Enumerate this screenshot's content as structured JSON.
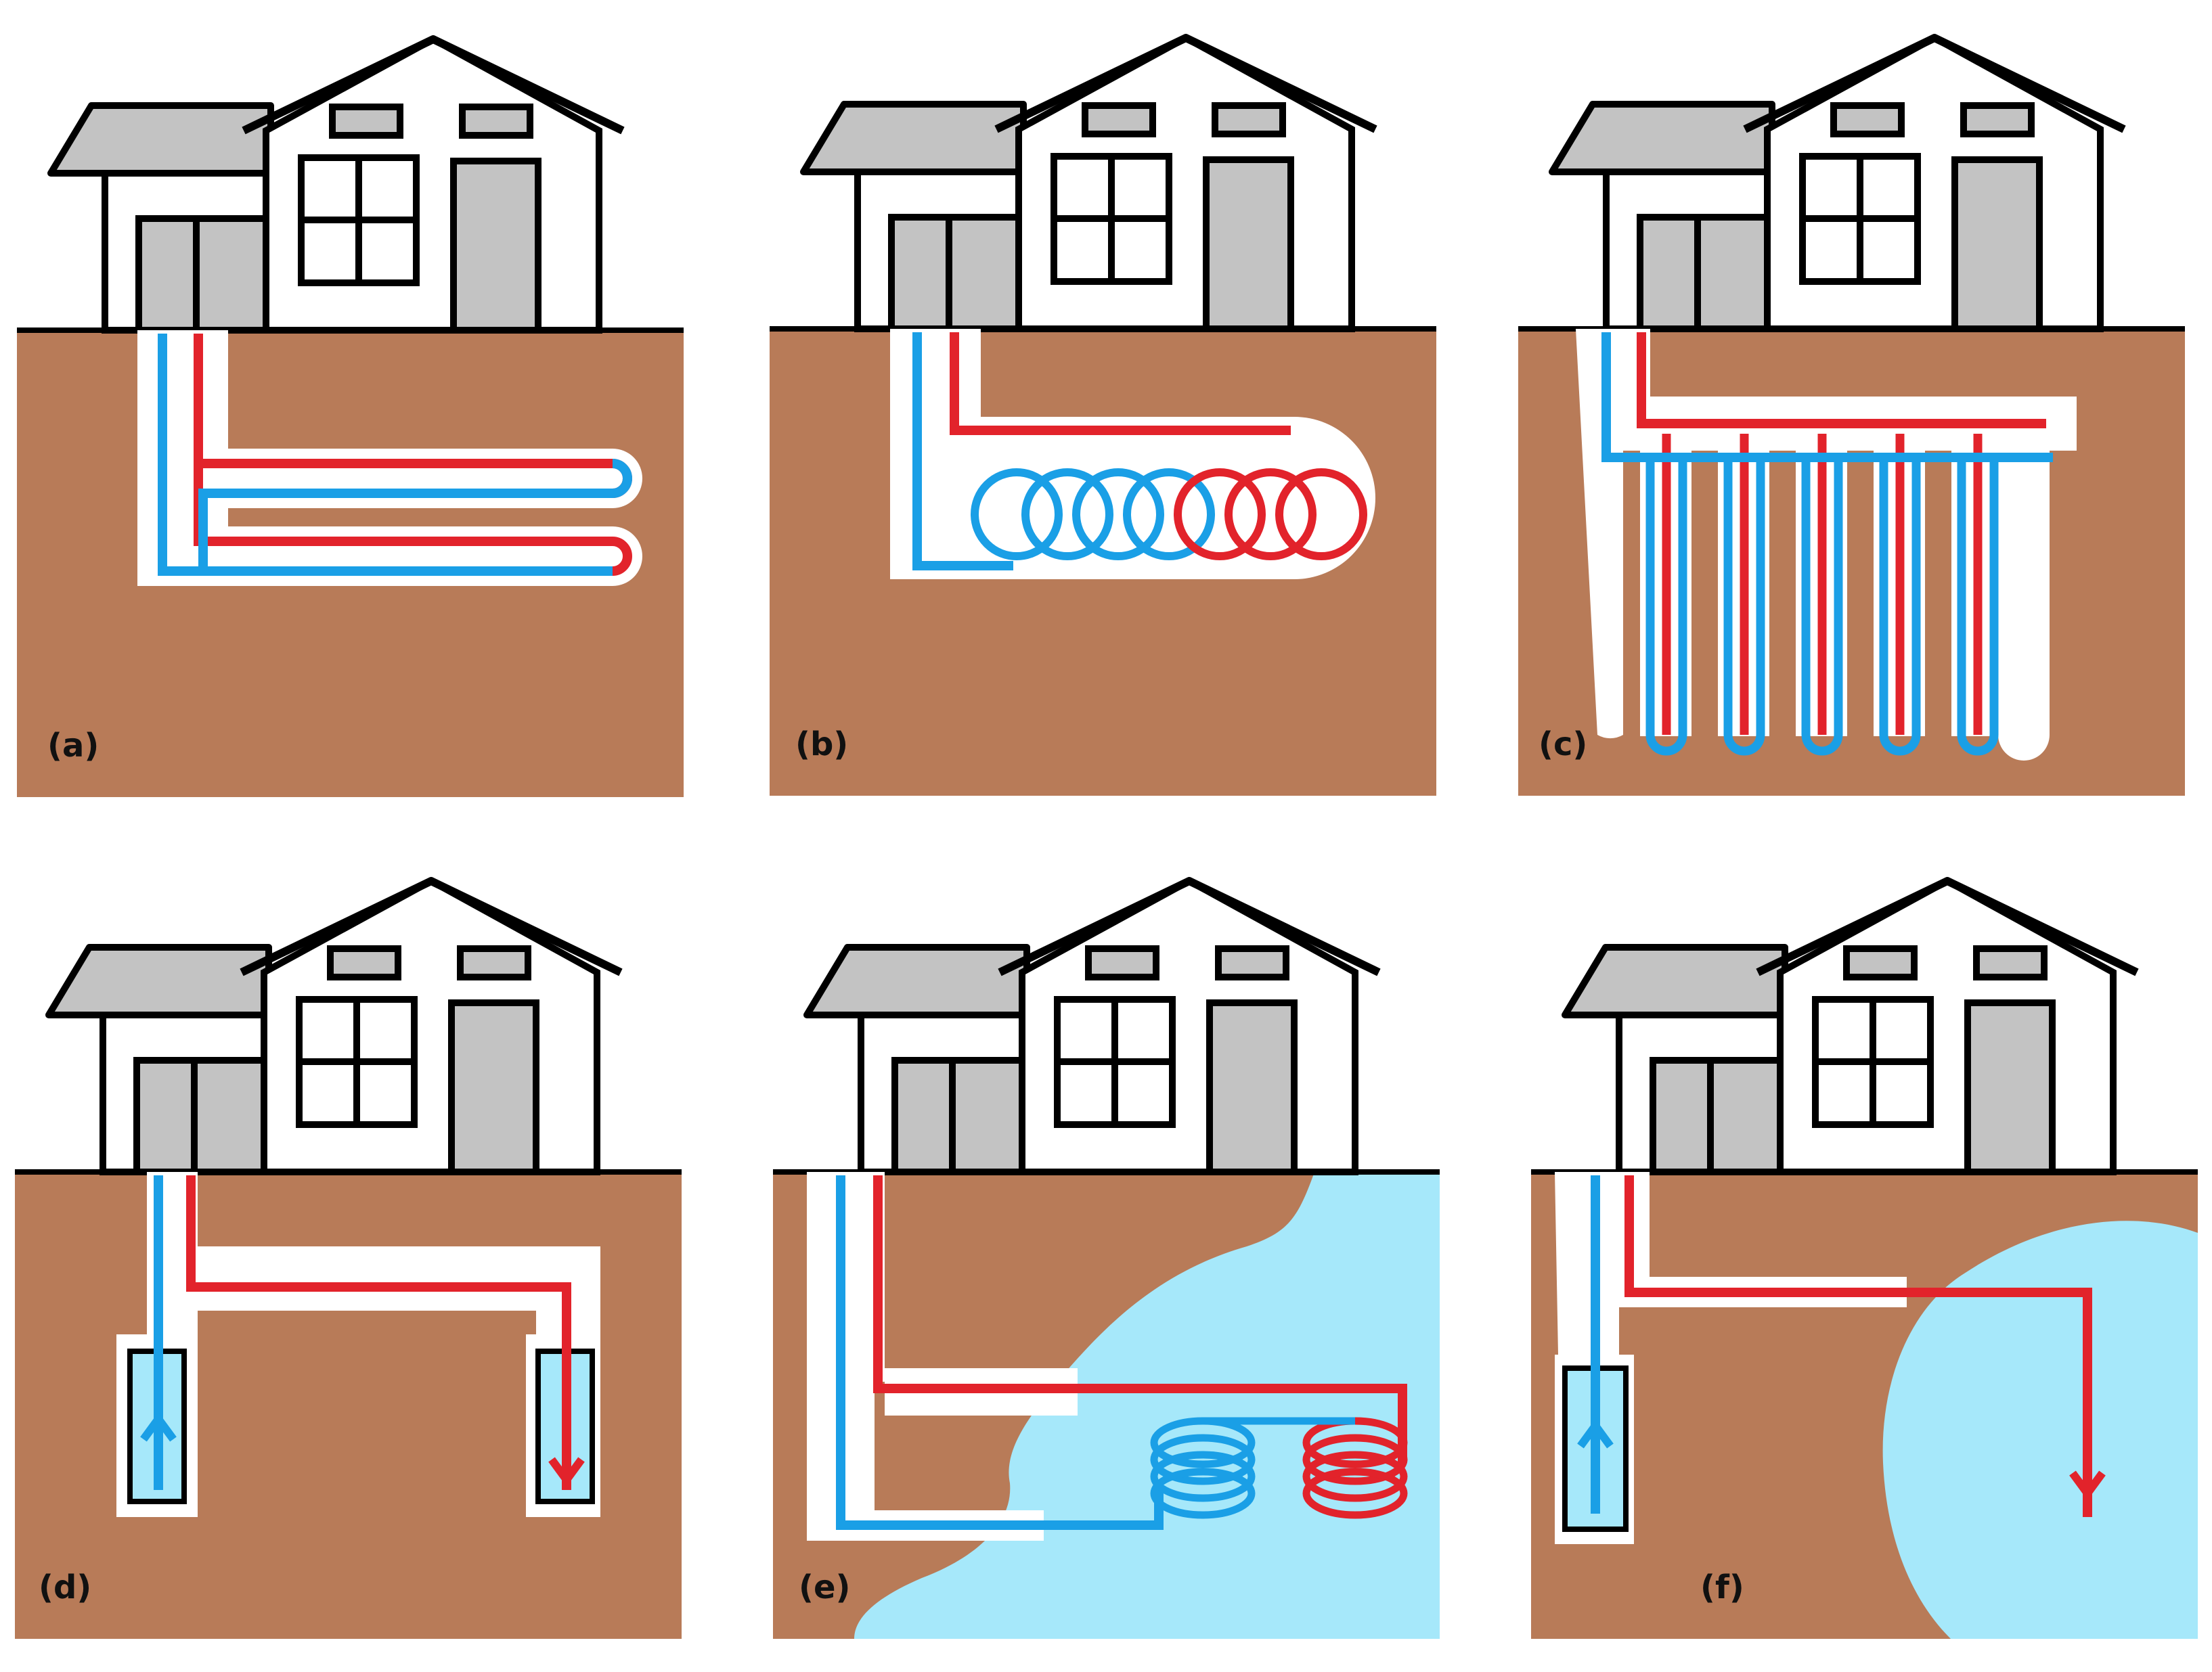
{
  "colors": {
    "soil": "#b87b58",
    "water": "#a6e8fa",
    "hot_pipe": "#e2232b",
    "cold_pipe": "#1a9fe6",
    "house_fill": "#ffffff",
    "house_gray": "#c3c3c3",
    "outline": "#000000",
    "trench": "#ffffff"
  },
  "panels": [
    {
      "id": "a",
      "label": "(a)",
      "type": "horizontal-loop"
    },
    {
      "id": "b",
      "label": "(b)",
      "type": "slinky-coil"
    },
    {
      "id": "c",
      "label": "(c)",
      "type": "vertical-boreholes"
    },
    {
      "id": "d",
      "label": "(d)",
      "type": "open-loop-two-wells"
    },
    {
      "id": "e",
      "label": "(e)",
      "type": "pond-coil"
    },
    {
      "id": "f",
      "label": "(f)",
      "type": "well-to-water-body"
    }
  ]
}
